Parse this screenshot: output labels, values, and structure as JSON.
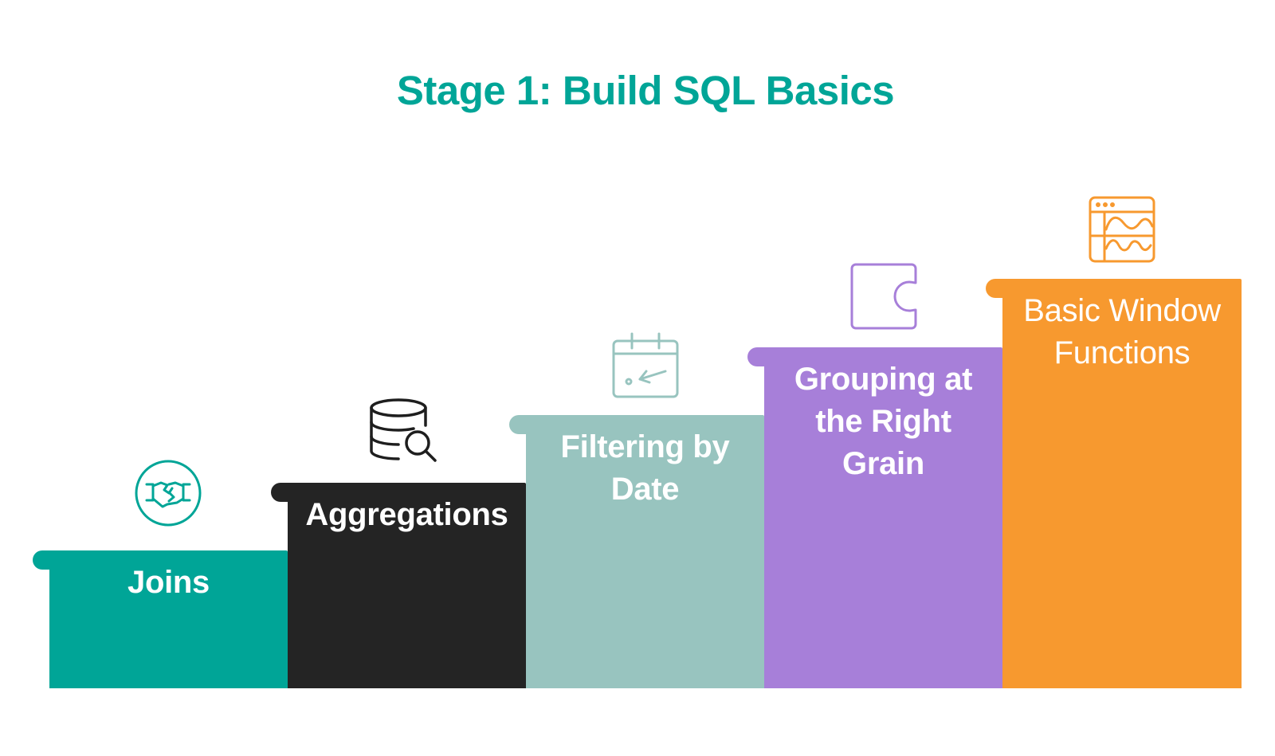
{
  "title": "Stage 1: Build SQL Basics",
  "colors": {
    "title": "#00a597",
    "joins": "#00a597",
    "aggregations": "#242424",
    "filtering": "#98c4bf",
    "grouping": "#a77fd9",
    "window": "#f7992f"
  },
  "steps": [
    {
      "label": "Joins",
      "icon": "handshake-icon",
      "color": "#00a597"
    },
    {
      "label": "Aggregations",
      "icon": "database-search-icon",
      "color": "#242424"
    },
    {
      "label": "Filtering by Date",
      "icon": "calendar-arrow-icon",
      "color": "#98c4bf"
    },
    {
      "label": "Grouping at the Right Grain",
      "icon": "puzzle-piece-icon",
      "color": "#a77fd9"
    },
    {
      "label": "Basic Window Functions",
      "icon": "browser-waveform-icon",
      "color": "#f7992f"
    }
  ]
}
